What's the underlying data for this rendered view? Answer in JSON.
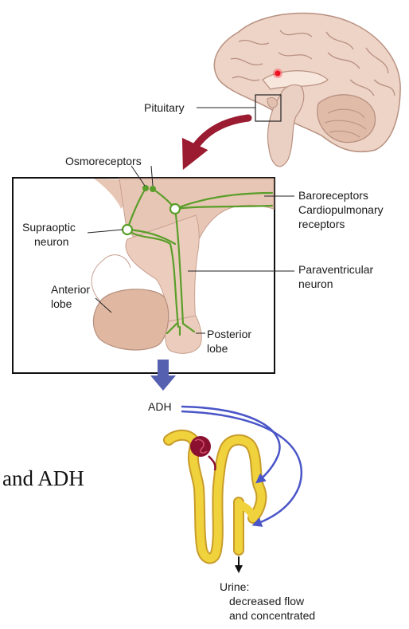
{
  "labels": {
    "pituitary": "Pituitary",
    "osmoreceptors": "Osmoreceptors",
    "baroreceptors": "Baroreceptors",
    "cardiopulmonary": "Cardiopulmonary",
    "receptors": "receptors",
    "supraoptic_1": "Supraoptic",
    "supraoptic_2": "neuron",
    "paraventricular_1": "Paraventricular",
    "paraventricular_2": "neuron",
    "anterior_1": "Anterior",
    "anterior_2": "lobe",
    "posterior_1": "Posterior",
    "posterior_2": "lobe",
    "adh": "ADH",
    "urine_1": "Urine:",
    "urine_2": "decreased flow",
    "urine_3": "and concentrated",
    "side_text": "and ADH"
  },
  "colors": {
    "neuron_green": "#5a9e2a",
    "arrow_red": "#9b1b30",
    "adh_blue": "#5560b0",
    "signal_blue": "#4a55c8",
    "tissue_pink": "#e8c8b8",
    "nephron_yellow": "#f0d23c",
    "glomerulus_red": "#8a1030"
  }
}
